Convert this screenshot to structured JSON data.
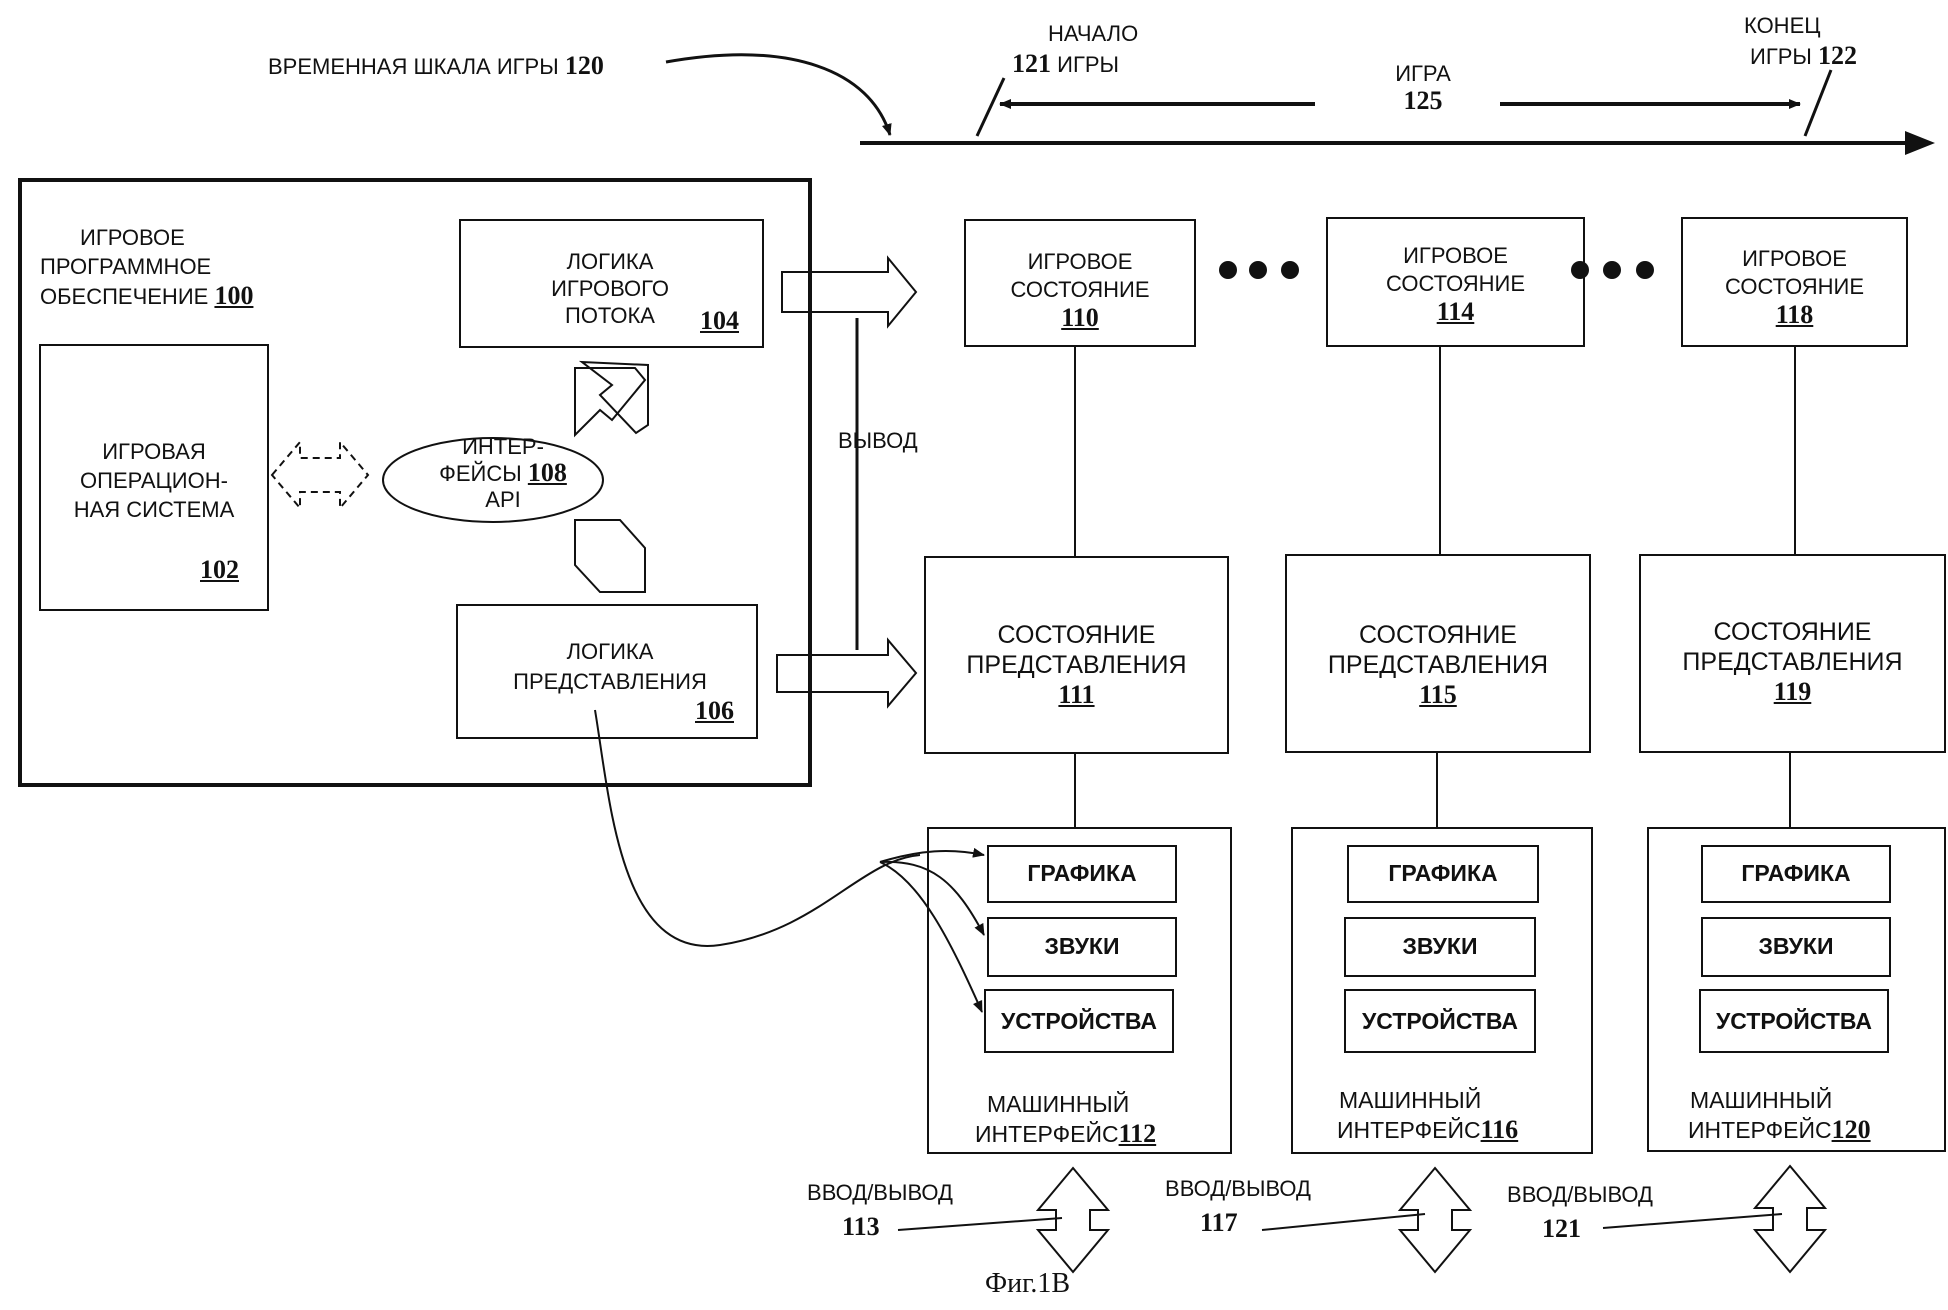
{
  "timeline": {
    "label": "ВРЕМЕННАЯ ШКАЛА ИГРЫ",
    "ref": "120",
    "start_label": "НАЧАЛО",
    "start_label2": "ИГРЫ",
    "start_ref": "121",
    "end_label": "КОНЕЦ",
    "end_label2": "ИГРЫ",
    "end_ref": "122",
    "game_label": "ИГРА",
    "game_ref": "125"
  },
  "software": {
    "line1": "ИГРОВОЕ",
    "line2": "ПРОГРАММНОЕ",
    "line3": "ОБЕСПЕЧЕНИЕ",
    "ref": "100"
  },
  "os": {
    "line1": "ИГРОВАЯ",
    "line2": "ОПЕРАЦИОН-",
    "line3": "НАЯ СИСТЕМА",
    "ref": "102"
  },
  "flow_logic": {
    "line1": "ЛОГИКА",
    "line2": "ИГРОВОГО",
    "line3": "ПОТОКА",
    "ref": "104"
  },
  "api": {
    "line1": "ИНТЕР-",
    "line2": "ФЕЙСЫ",
    "line3": "API",
    "ref": "108"
  },
  "pres_logic": {
    "line1": "ЛОГИКА",
    "line2": "ПРЕДСТАВЛЕНИЯ",
    "ref": "106"
  },
  "output_label": "ВЫВОД",
  "game_states": [
    {
      "line1": "ИГРОВОЕ",
      "line2": "СОСТОЯНИЕ",
      "ref": "110"
    },
    {
      "line1": "ИГРОВОЕ",
      "line2": "СОСТОЯНИЕ",
      "ref": "114"
    },
    {
      "line1": "ИГРОВОЕ",
      "line2": "СОСТОЯНИЕ",
      "ref": "118"
    }
  ],
  "pres_states": [
    {
      "line1": "СОСТОЯНИЕ",
      "line2": "ПРЕДСТАВЛЕНИЯ",
      "ref": "111"
    },
    {
      "line1": "СОСТОЯНИЕ",
      "line2": "ПРЕДСТАВЛЕНИЯ",
      "ref": "115"
    },
    {
      "line1": "СОСТОЯНИЕ",
      "line2": "ПРЕДСТАВЛЕНИЯ",
      "ref": "119"
    }
  ],
  "machine_interfaces": [
    {
      "graphics": "ГРАФИКА",
      "sounds": "ЗВУКИ",
      "devices": "УСТРОЙСТВА",
      "line1": "МАШИННЫЙ",
      "line2": "ИНТЕРФЕЙС",
      "ref": "112"
    },
    {
      "graphics": "ГРАФИКА",
      "sounds": "ЗВУКИ",
      "devices": "УСТРОЙСТВА",
      "line1": "МАШИННЫЙ",
      "line2": "ИНТЕРФЕЙС",
      "ref": "116"
    },
    {
      "graphics": "ГРАФИКА",
      "sounds": "ЗВУКИ",
      "devices": "УСТРОЙСТВА",
      "line1": "МАШИННЫЙ",
      "line2": "ИНТЕРФЕЙС",
      "ref": "120"
    }
  ],
  "io": [
    {
      "label": "ВВОД/ВЫВОД",
      "ref": "113"
    },
    {
      "label": "ВВОД/ВЫВОД",
      "ref": "117"
    },
    {
      "label": "ВВОД/ВЫВОД",
      "ref": "121"
    }
  ],
  "caption": "Фиг.1В"
}
